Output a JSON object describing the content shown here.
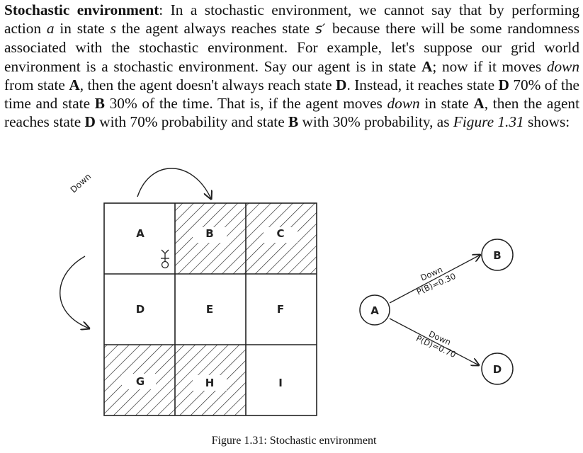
{
  "paragraph": {
    "term": "Stochastic environment",
    "s1": ": In a stochastic environment, we cannot say that by performing action ",
    "action": "a",
    "s2": " in state ",
    "state_s": "s",
    "s3": " the agent always reaches state ",
    "state_sprime": "s′",
    "s4": " because there will be some randomness associated with the stochastic environment. For example, let's suppose our grid world environment is a stochastic environment. Say our agent is in state ",
    "A1": "A",
    "s5": "; now if it moves ",
    "down1": "down",
    "s6": " from state ",
    "A2": "A",
    "s7": ", then the agent doesn't always reach state ",
    "D1": "D",
    "s8": ". Instead, it reaches state ",
    "D2": "D",
    "s9": " 70% of the time and state ",
    "B1": "B",
    "s10": " 30% of the time. That is, if the agent moves ",
    "down2": "down",
    "s11": " in state ",
    "A3": "A",
    "s12": ", then the agent reaches state ",
    "D3": "D",
    "s13": " with 70% probability and state ",
    "B2": "B",
    "s14": " with 30% probability, as ",
    "figref": "Figure 1.31",
    "s15": " shows:"
  },
  "figure": {
    "arrow_label": "Down",
    "grid_cells": [
      "A",
      "B",
      "C",
      "D",
      "E",
      "F",
      "G",
      "H",
      "I"
    ],
    "hatched_cells": [
      "B",
      "C",
      "G",
      "H"
    ],
    "tree": {
      "root": "A",
      "top_child": "B",
      "bottom_child": "D",
      "top_edge_action": "Down",
      "top_edge_prob": "P(B)=0.30",
      "bottom_edge_action": "Down",
      "bottom_edge_prob": "P(D)=0.70"
    },
    "caption": "Figure 1.31: Stochastic environment"
  }
}
